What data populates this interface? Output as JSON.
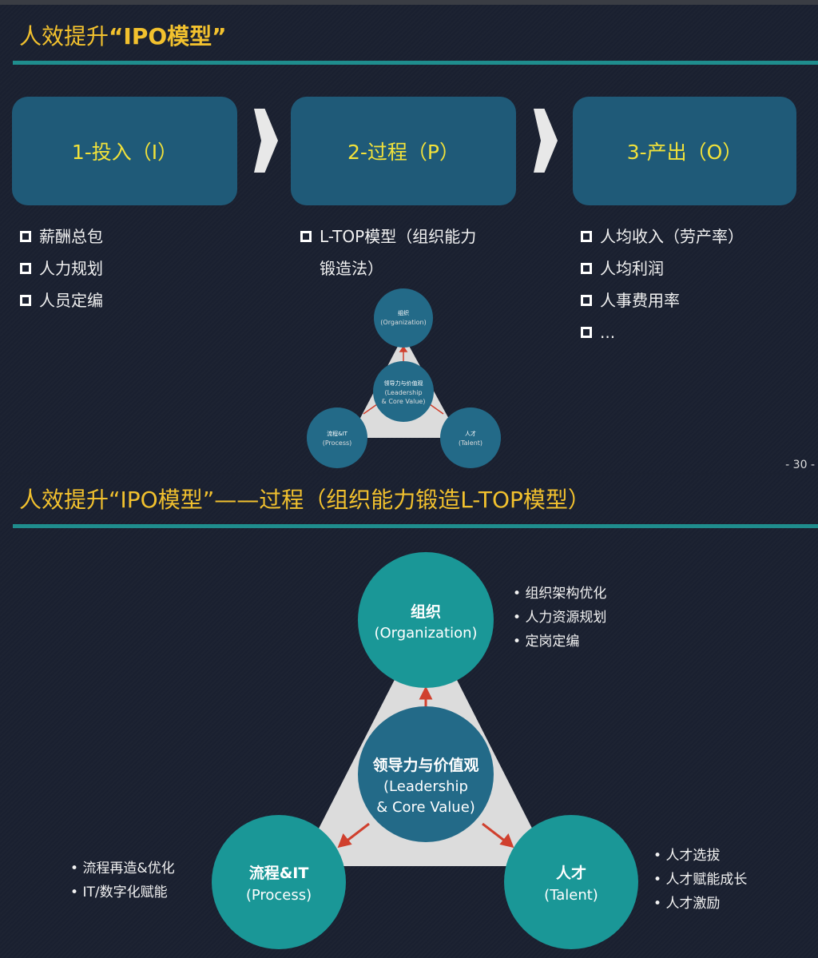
{
  "slide1": {
    "title_plain": "人效提升",
    "title_bold": "“IPO模型”",
    "stages": [
      {
        "label": "1-投入（I）"
      },
      {
        "label": "2-过程（P）"
      },
      {
        "label": "3-产出（O）"
      }
    ],
    "inputs": [
      "薪酬总包",
      "人力规划",
      "人员定编"
    ],
    "process": [
      "L-TOP模型（组织能力",
      "锻造法）"
    ],
    "outputs": [
      "人均收入（劳产率）",
      "人均利润",
      "人事费用率",
      "..."
    ],
    "page": "- 30 -"
  },
  "model": {
    "org": {
      "cn": "组织",
      "en": "(Organization)"
    },
    "core": {
      "cn": "领导力与价值观",
      "en1": "(Leadership",
      "en2": "& Core Value)"
    },
    "process": {
      "cn": "流程&IT",
      "en": "(Process)"
    },
    "talent": {
      "cn": "人才",
      "en": "(Talent)"
    }
  },
  "slide2": {
    "title": "人效提升“IPO模型”——过程（组织能力锻造L-TOP模型）",
    "org_bullets": [
      "组织架构优化",
      "人力资源规划",
      "定岗定编"
    ],
    "process_bullets": [
      "流程再造&优化",
      "IT/数字化赋能"
    ],
    "talent_bullets": [
      "人才选拔",
      "人才赋能成长",
      "人才激励"
    ]
  },
  "colors": {
    "title": "#f2c12e",
    "box": "#1f5a78",
    "teal": "#1a9797",
    "core": "#236a88",
    "rule": "#1f8d8d",
    "arrow": "#d0402e"
  }
}
